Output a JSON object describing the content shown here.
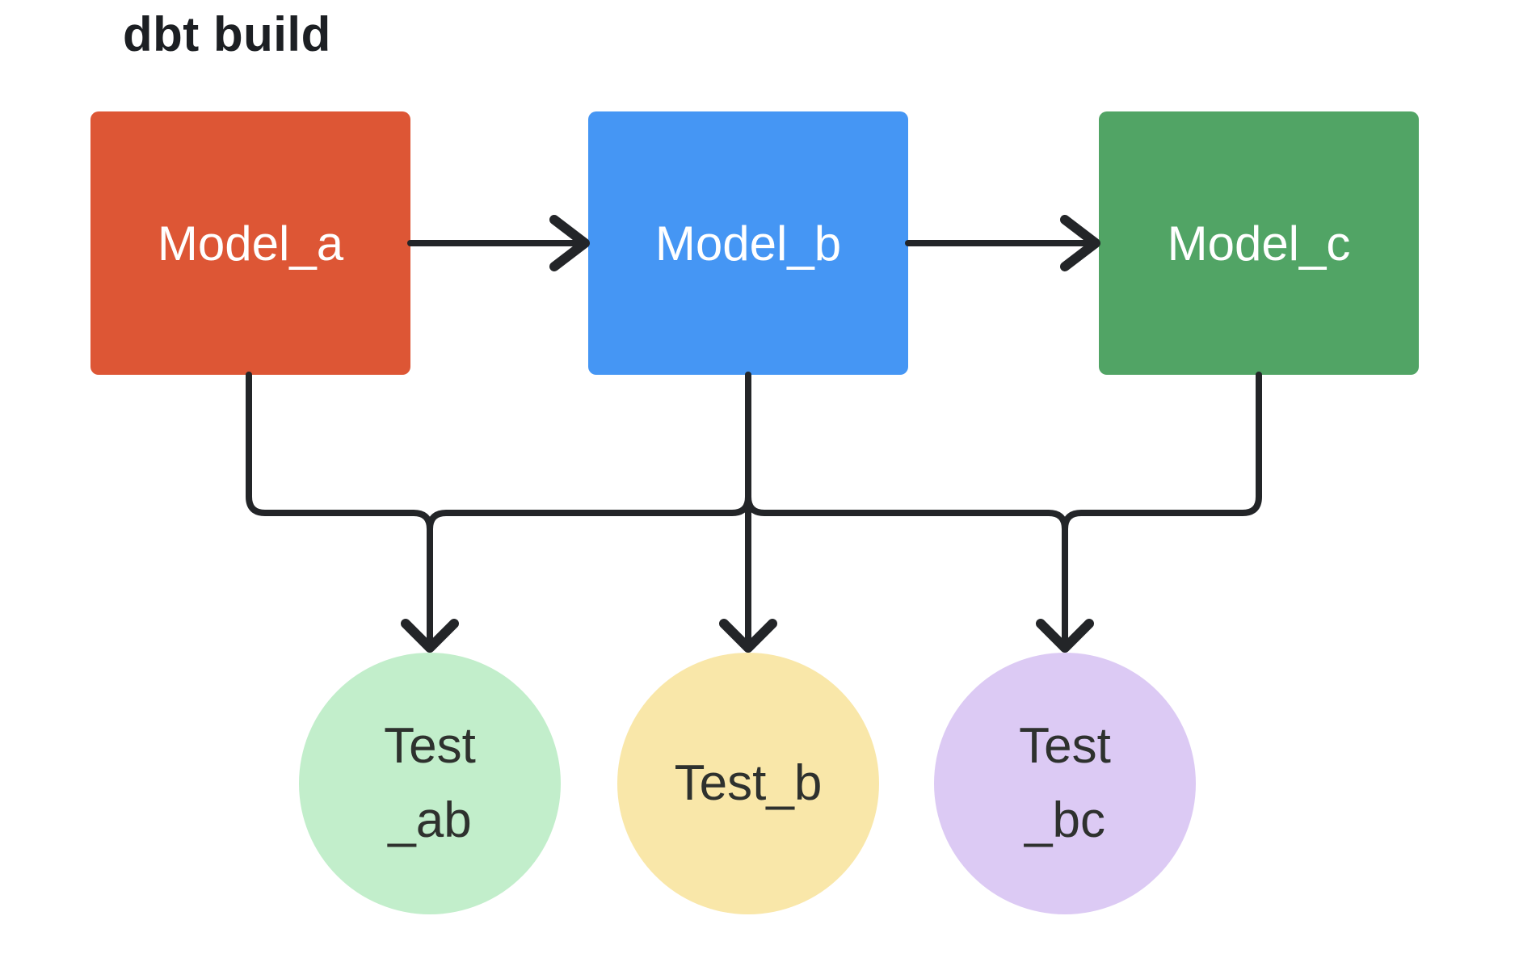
{
  "title": "dbt build",
  "colors": {
    "background": "#ffffff",
    "line": "#232528",
    "title_text": "#1c1f23",
    "model_text": "#ffffff",
    "test_text": "#2e312e"
  },
  "nodes": {
    "models": [
      {
        "id": "model_a",
        "label": "Model_a",
        "fill": "#dd5635",
        "shape": "rectangle"
      },
      {
        "id": "model_b",
        "label": "Model_b",
        "fill": "#4596f4",
        "shape": "rectangle"
      },
      {
        "id": "model_c",
        "label": "Model_c",
        "fill": "#51a465",
        "shape": "rectangle"
      }
    ],
    "tests": [
      {
        "id": "test_ab",
        "line1": "Test",
        "line2": "_ab",
        "fill": "#c2eecb",
        "shape": "circle"
      },
      {
        "id": "test_b",
        "line1": "Test_b",
        "fill": "#f9e7a9",
        "shape": "circle"
      },
      {
        "id": "test_bc",
        "line1": "Test",
        "line2": "_bc",
        "fill": "#dccaf4",
        "shape": "circle"
      }
    ]
  },
  "edges": [
    {
      "from": "model_a",
      "to": "model_b"
    },
    {
      "from": "model_b",
      "to": "model_c"
    },
    {
      "from": "model_a",
      "to": "test_ab"
    },
    {
      "from": "model_b",
      "to": "test_ab"
    },
    {
      "from": "model_b",
      "to": "test_b"
    },
    {
      "from": "model_b",
      "to": "test_bc"
    },
    {
      "from": "model_c",
      "to": "test_bc"
    }
  ]
}
